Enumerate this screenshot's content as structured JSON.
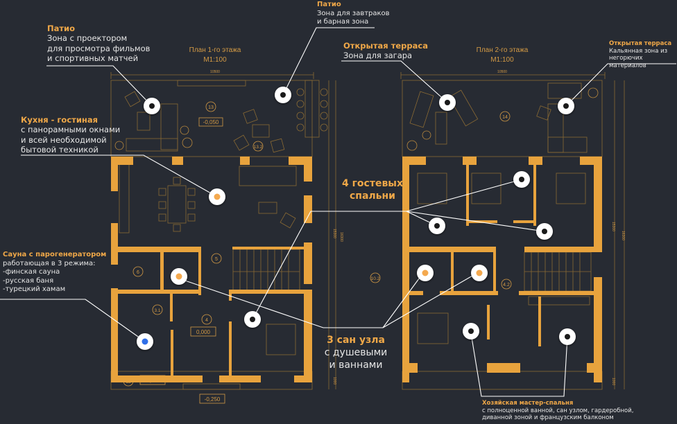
{
  "colors": {
    "background": "#272b33",
    "wall": "#e8a33d",
    "line": "#8a6a34",
    "accent_text": "#f0a848",
    "body_text": "#e6e6e6",
    "leader": "#ffffff",
    "marker_blue": "#2f6fe8",
    "marker_orange": "#f4a94f",
    "marker_dark": "#1a1a1a"
  },
  "plans": [
    {
      "title": "План 1-го этажа",
      "scale": "М1:100",
      "width_dim": "10500",
      "height_dims": [
        "15300",
        "16300"
      ],
      "bottom_dim": "1000",
      "rooms": [
        {
          "num": "13"
        },
        {
          "num": "13.2"
        },
        {
          "num": "5"
        },
        {
          "num": "6"
        },
        {
          "num": "3.1"
        },
        {
          "num": "4"
        },
        {
          "num": "12"
        }
      ],
      "levels": [
        "-0,050",
        "0,000",
        "-0,050",
        "-0,250"
      ]
    },
    {
      "title": "План 2-го этажа",
      "scale": "М1:100",
      "width_dim": "10500",
      "height_dims": [
        "15300",
        "16300"
      ],
      "bottom_dim": "1000",
      "rooms": [
        {
          "num": "14"
        },
        {
          "num": "4.2"
        },
        {
          "num": "10.2"
        }
      ]
    }
  ],
  "annotations": {
    "patio_cinema": {
      "title": "Патио",
      "lines": [
        "Зона с проектором",
        "для просмотра фильмов",
        "и спортивных матчей"
      ]
    },
    "patio_breakfast": {
      "title": "Патио",
      "lines": [
        "Зона для завтраков",
        "и барная зона"
      ]
    },
    "terrace_sun": {
      "title": "Открытая терраса",
      "lines": [
        "Зона для загара"
      ]
    },
    "terrace_hookah": {
      "title": "Открытая терраса",
      "lines": [
        "Кальянная зона из",
        "негорючих материалов"
      ]
    },
    "kitchen": {
      "title": "Кухня - гостиная",
      "lines": [
        "с панорамными окнами",
        "и всей необходимой",
        "бытовой техникой"
      ]
    },
    "sauna": {
      "title": "Сауна с парогенератором",
      "lines": [
        "работающая в 3 режима:",
        "-финская сауна",
        "-русская баня",
        "-турецкий хамам"
      ]
    },
    "guest_bedrooms": {
      "title": "4 гостевых",
      "lines": [
        "спальни"
      ]
    },
    "bathrooms": {
      "title": "3 сан узла",
      "lines": [
        "с душевыми",
        "и ваннами"
      ]
    },
    "master_bedroom": {
      "title": "Хозяйская мастер-спальня",
      "lines": [
        "с полноценной ванной, сан узлом, гардеробной,",
        "диванной зоной и французским балконом"
      ]
    }
  },
  "markers": [
    {
      "id": "patio-cinema",
      "type": "dark"
    },
    {
      "id": "patio-breakfast",
      "type": "dark"
    },
    {
      "id": "kitchen",
      "type": "orange"
    },
    {
      "id": "sauna",
      "type": "blue"
    },
    {
      "id": "bath-1f",
      "type": "orange"
    },
    {
      "id": "bedroom-1f",
      "type": "dark"
    },
    {
      "id": "terrace-sun",
      "type": "dark"
    },
    {
      "id": "terrace-hookah",
      "type": "dark"
    },
    {
      "id": "bedroom-2f-a",
      "type": "dark"
    },
    {
      "id": "bedroom-2f-b",
      "type": "dark"
    },
    {
      "id": "bedroom-2f-c",
      "type": "dark"
    },
    {
      "id": "bath-2f-a",
      "type": "orange"
    },
    {
      "id": "bath-2f-b",
      "type": "orange"
    },
    {
      "id": "master-a",
      "type": "dark"
    },
    {
      "id": "master-b",
      "type": "dark"
    }
  ]
}
